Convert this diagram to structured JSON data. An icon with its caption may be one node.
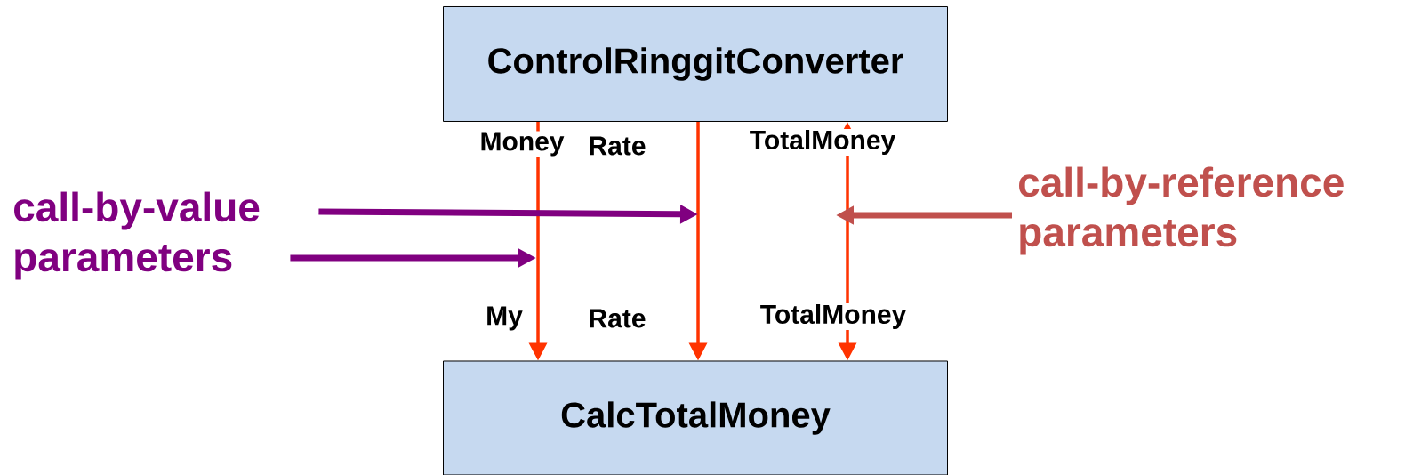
{
  "diagram": {
    "nodes": [
      {
        "text": [
          "ControlRinggitConverter"
        ]
      },
      {
        "text": [
          "CalcTotalMoney"
        ]
      },
      {
        "text": [
          "call-by-value parameters"
        ]
      },
      {
        "text": [
          "call-by-reference parameters"
        ]
      }
    ],
    "edges": [
      {
        "from": 0,
        "to": 1,
        "arrow": "to",
        "color": "#ff3300"
      },
      {
        "from": 0,
        "to": 1,
        "arrow": "to",
        "color": "#ff3300"
      },
      {
        "from": 0,
        "to": 1,
        "arrow": "both",
        "color": "#ff3300"
      },
      {
        "from": 2,
        "to": null,
        "arrow": "to",
        "style": "thick",
        "color": "#800080"
      },
      {
        "from": 2,
        "to": null,
        "arrow": "to",
        "style": "thick",
        "color": "#800080"
      },
      {
        "from": 3,
        "to": null,
        "arrow": "to",
        "style": "thick",
        "color": "#c0504d"
      }
    ],
    "labels": [
      "Money",
      "Rate",
      "TotalMoney",
      "My",
      "Rate",
      "TotalMoney"
    ]
  }
}
